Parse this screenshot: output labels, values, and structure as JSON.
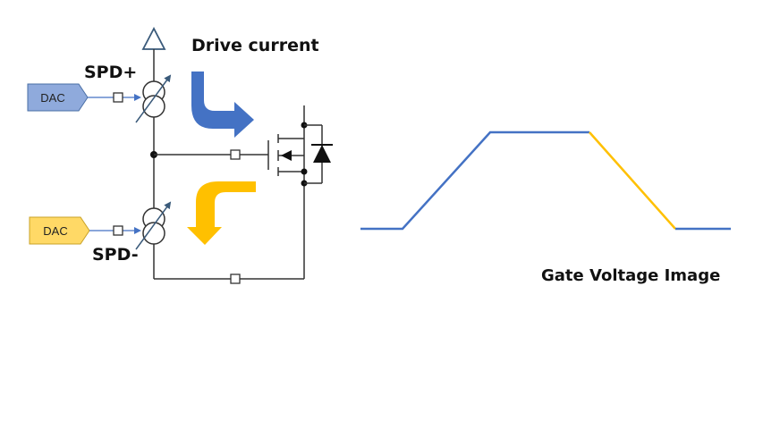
{
  "labels": {
    "drive_current": "Drive current",
    "spd_plus": "SPD+",
    "spd_minus": "SPD-",
    "dac_top": "DAC",
    "dac_bottom": "DAC",
    "gate_voltage_image": "Gate Voltage Image"
  },
  "colors": {
    "blue_arrow": "#4472C4",
    "orange_arrow": "#FFC000",
    "dac_top_fill": "#8FAADC",
    "dac_bottom_fill": "#FFD966",
    "wire": "#333333",
    "waveform_rise": "#4472C4",
    "waveform_fall": "#FFC000"
  },
  "icons": {
    "supply": "supply-triangle-icon",
    "current_source": "variable-current-source-icon",
    "mosfet": "mosfet-icon",
    "diode": "body-diode-icon"
  }
}
